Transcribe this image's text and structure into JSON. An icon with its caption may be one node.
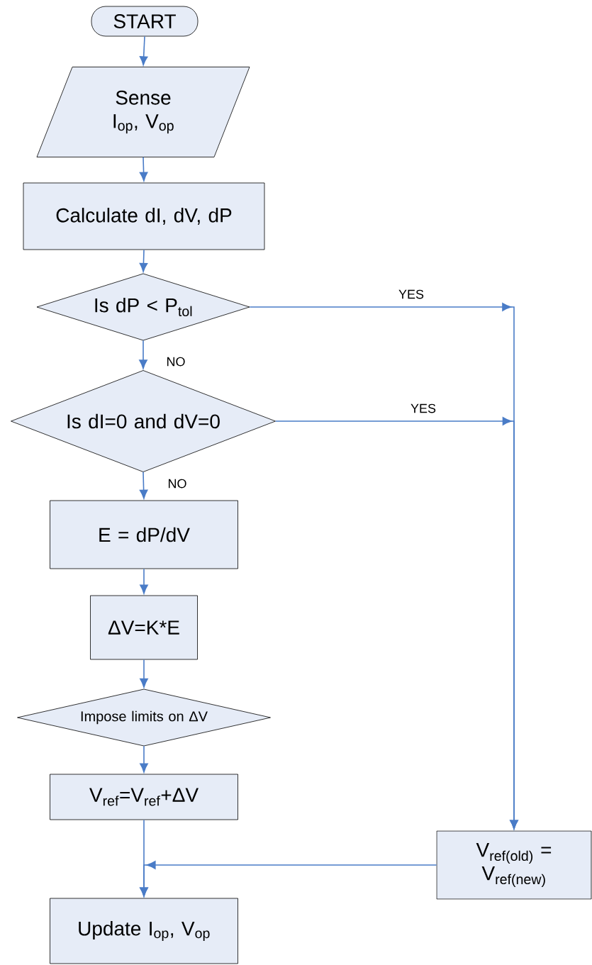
{
  "diagram": {
    "nodes": [
      {
        "text": [
          "START"
        ]
      },
      {
        "text": [
          "Sense I$_{op}$, V$_{op}$"
        ]
      },
      {
        "text": [
          "Calculate dI, dV, dP"
        ]
      },
      {
        "text": [
          "Is dP < P$_{tol}$"
        ]
      },
      {
        "text": [
          "Is dI=0 and dV=0"
        ]
      },
      {
        "text": [
          "E = dP/dV"
        ]
      },
      {
        "text": [
          "ΔV=K*E"
        ]
      },
      {
        "text": [
          "Impose limits on ΔV"
        ]
      },
      {
        "text": [
          "V$_{ref}$=V$_{ref}$+ΔV"
        ]
      },
      {
        "text": [
          "V$_{ref(old)}$ = V$_{ref(new)}$"
        ]
      },
      {
        "text": [
          "Update I$_{op}$, V$_{op}$"
        ]
      }
    ],
    "edges": [
      {
        "from": 0,
        "to": 1,
        "arrow": "to"
      },
      {
        "from": 1,
        "to": 2,
        "arrow": "to"
      },
      {
        "from": 2,
        "to": 3,
        "arrow": "to"
      },
      {
        "from": 3,
        "to": 4,
        "arrow": "to",
        "label": "NO"
      },
      {
        "from": 4,
        "to": 5,
        "arrow": "to",
        "label": "NO"
      },
      {
        "from": 5,
        "to": 6,
        "arrow": "to"
      },
      {
        "from": 6,
        "to": 7,
        "arrow": "to"
      },
      {
        "from": 7,
        "to": 8,
        "arrow": "to"
      },
      {
        "from": 8,
        "to": 10,
        "arrow": "to"
      },
      {
        "from": 3,
        "to": 9,
        "arrow": "to",
        "label": "YES"
      },
      {
        "from": 4,
        "to": 9,
        "arrow": "to",
        "label": "YES"
      },
      {
        "from": 9,
        "to": 10,
        "arrow": "to"
      }
    ]
  }
}
